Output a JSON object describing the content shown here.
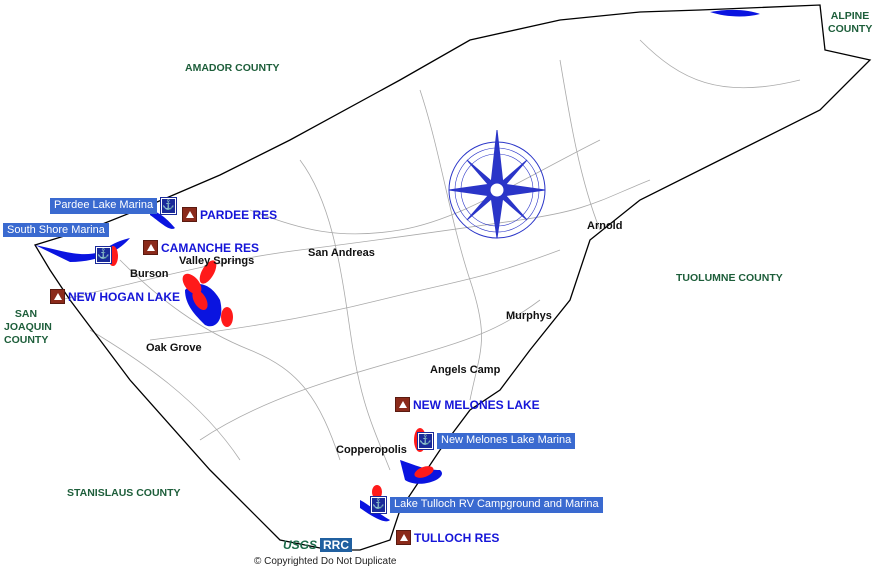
{
  "counties": [
    "AMADOR COUNTY",
    "ALPINE COUNTY",
    "TUOLUMNE COUNTY",
    "SAN JOAQUIN COUNTY",
    "STANISLAUS COUNTY"
  ],
  "towns": [
    "Valley Springs",
    "Burson",
    "San Andreas",
    "Oak Grove",
    "Arnold",
    "Murphys",
    "Angels Camp",
    "Copperopolis"
  ],
  "reservoirs": [
    "PARDEE RES",
    "CAMANCHE RES",
    "NEW HOGAN LAKE",
    "NEW MELONES LAKE",
    "TULLOCH RES"
  ],
  "marinas": [
    "Pardee Lake Marina",
    "South Shore Marina",
    "New Melones Lake Marina",
    "Lake Tulloch RV Campground and Marina"
  ],
  "footer": {
    "usgs": "USGS",
    "rrc": "RRC",
    "copyright": "© Copyrighted Do Not Duplicate"
  },
  "colors": {
    "water": "#0a14e0",
    "boundary": "#000000",
    "roads": "#999999",
    "highlight": "#ff1a1a",
    "compass": "#2a35c8"
  }
}
